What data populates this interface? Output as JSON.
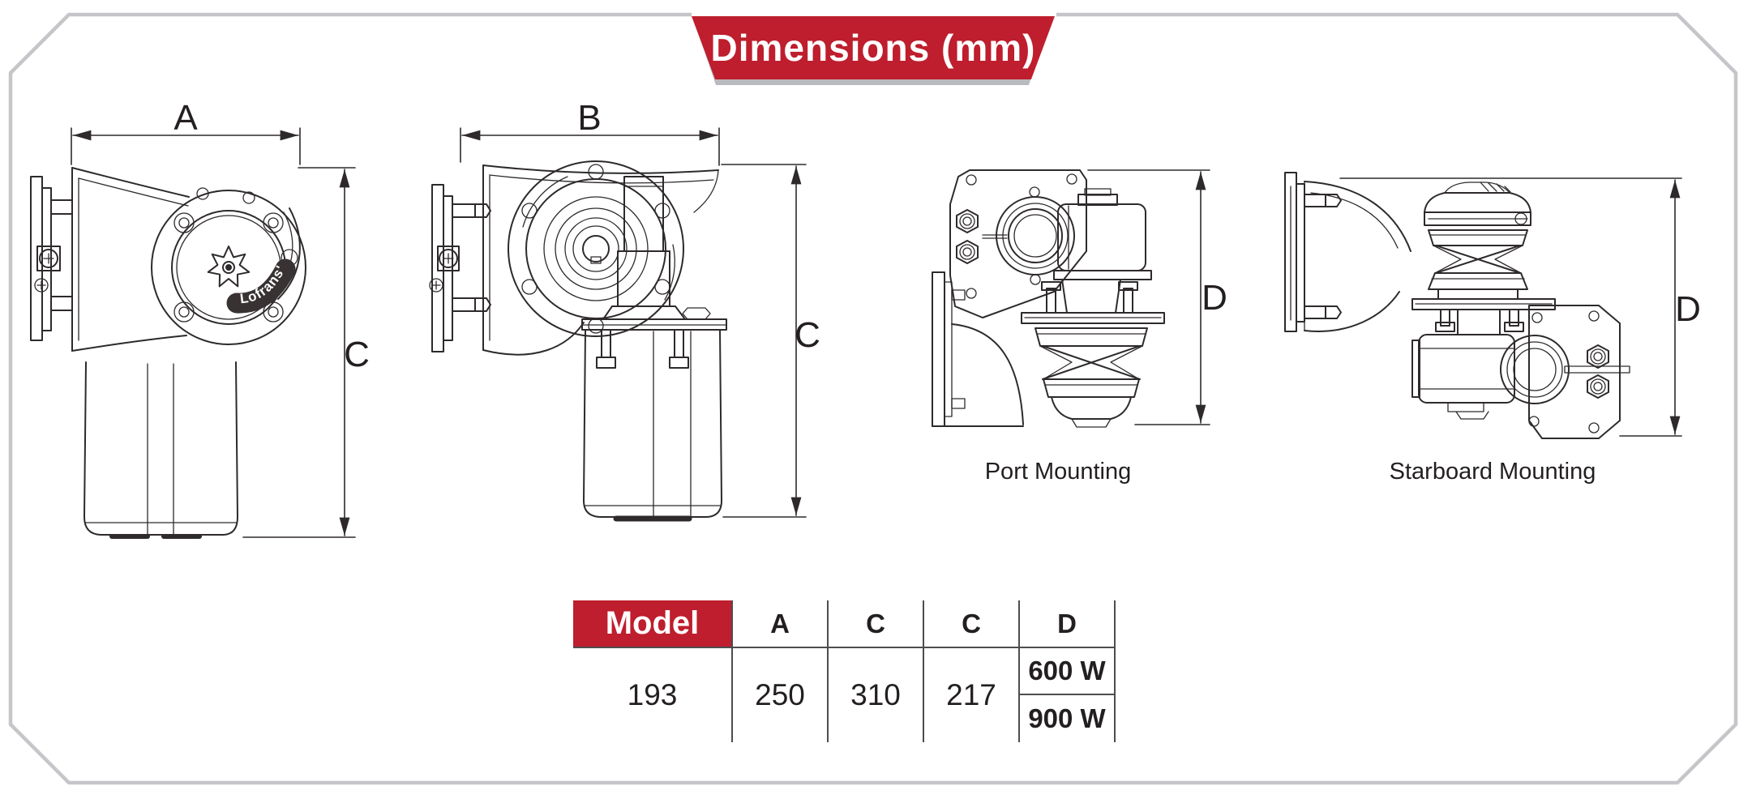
{
  "title": {
    "label": "Dimensions (mm)"
  },
  "drawings": {
    "front": {
      "dim_width": "A",
      "dim_height": "C",
      "badge": "Lofrans'"
    },
    "side": {
      "dim_width": "B",
      "dim_height": "C"
    },
    "port": {
      "caption": "Port Mounting",
      "dim_height": "D"
    },
    "starboard": {
      "caption": "Starboard Mounting",
      "dim_height": "D"
    }
  },
  "table": {
    "headers": [
      "Model",
      "A",
      "C",
      "C",
      "D"
    ],
    "rows": [
      {
        "model": "600 W"
      },
      {
        "model": "900 W"
      }
    ],
    "values": [
      "193",
      "250",
      "310",
      "217"
    ]
  },
  "colors": {
    "accent_red": "#be1e2d",
    "frame_gray": "#c6c6ca",
    "line": "#2e2a2b"
  }
}
